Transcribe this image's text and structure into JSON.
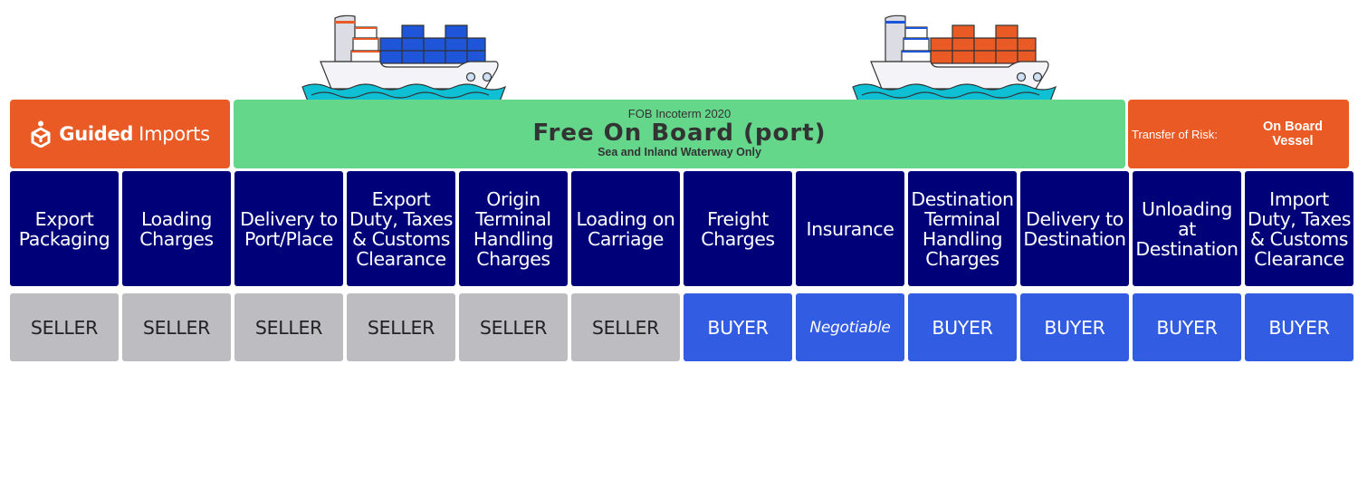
{
  "brand": {
    "name_bold": "Guided",
    "name_regular": "Imports",
    "icon": "box-person-logo-icon"
  },
  "title": {
    "subtitle": "FOB Incoterm 2020",
    "main": "Free On Board (port)",
    "note": "Sea and Inland Waterway Only"
  },
  "risk": {
    "label": "Transfer of Risk:",
    "value": "On Board Vessel"
  },
  "ships": [
    {
      "name": "container-ship-left",
      "container_color": "#1f55d8"
    },
    {
      "name": "container-ship-right",
      "container_color": "#ea5a24"
    }
  ],
  "colors": {
    "orange": "#ea5a24",
    "green": "#64d78b",
    "navy": "#000078",
    "seller_grey": "#bdbdc1",
    "buyer_blue": "#325ce1",
    "water": "#0fbfd4"
  },
  "columns": [
    {
      "label": "Export Packaging",
      "responsibility": "SELLER",
      "type": "seller"
    },
    {
      "label": "Loading Charges",
      "responsibility": "SELLER",
      "type": "seller"
    },
    {
      "label": "Delivery to Port/Place",
      "responsibility": "SELLER",
      "type": "seller"
    },
    {
      "label": "Export Duty, Taxes & Customs Clearance",
      "responsibility": "SELLER",
      "type": "seller"
    },
    {
      "label": "Origin Terminal Handling Charges",
      "responsibility": "SELLER",
      "type": "seller"
    },
    {
      "label": "Loading on Carriage",
      "responsibility": "SELLER",
      "type": "seller"
    },
    {
      "label": "Freight Charges",
      "responsibility": "BUYER",
      "type": "buyer"
    },
    {
      "label": "Insurance",
      "responsibility": "Negotiable",
      "type": "negotiable"
    },
    {
      "label": "Destination Terminal Handling Charges",
      "responsibility": "BUYER",
      "type": "buyer"
    },
    {
      "label": "Delivery to Destination",
      "responsibility": "BUYER",
      "type": "buyer"
    },
    {
      "label": "Unloading at Destination",
      "responsibility": "BUYER",
      "type": "buyer"
    },
    {
      "label": "Import Duty, Taxes & Customs Clearance",
      "responsibility": "BUYER",
      "type": "buyer"
    }
  ]
}
